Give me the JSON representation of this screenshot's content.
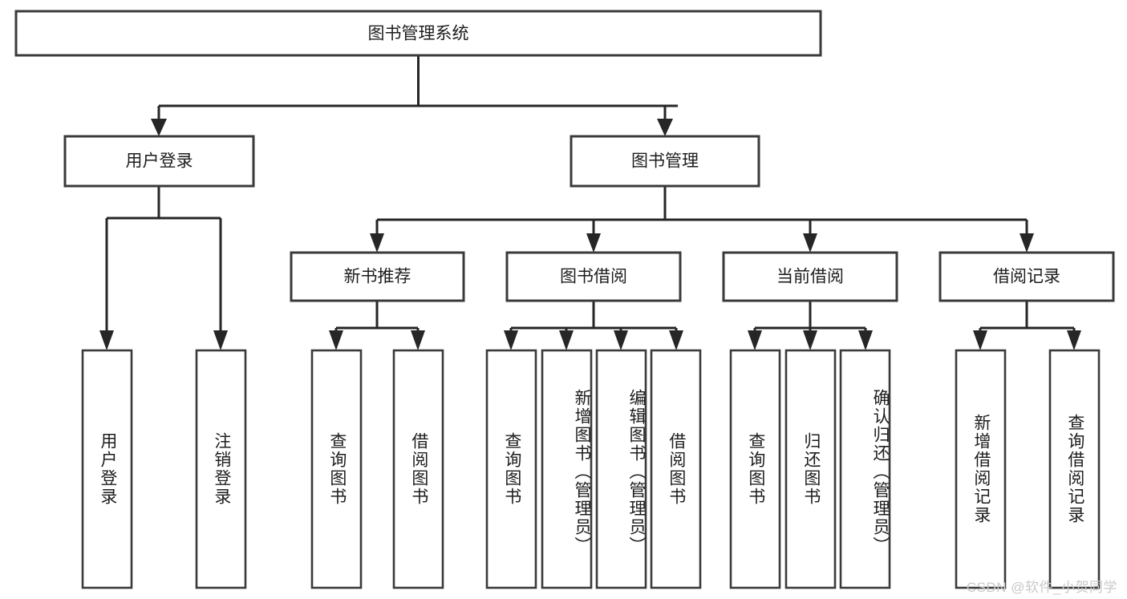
{
  "diagram": {
    "title": "图书管理系统",
    "type": "tree-hierarchy",
    "root": {
      "id": "root",
      "label": "图书管理系统"
    },
    "level2": [
      {
        "id": "user-login",
        "label": "用户登录"
      },
      {
        "id": "book-manage",
        "label": "图书管理"
      }
    ],
    "level3": [
      {
        "id": "new-book-recommend",
        "label": "新书推荐",
        "parent": "book-manage"
      },
      {
        "id": "book-borrow",
        "label": "图书借阅",
        "parent": "book-manage"
      },
      {
        "id": "current-borrow",
        "label": "当前借阅",
        "parent": "book-manage"
      },
      {
        "id": "borrow-record",
        "label": "借阅记录",
        "parent": "book-manage"
      }
    ],
    "leaves": [
      {
        "id": "leaf-user-login",
        "label": "用户登录",
        "parent": "user-login"
      },
      {
        "id": "leaf-logout-login",
        "label": "注销登录",
        "parent": "user-login"
      },
      {
        "id": "leaf-query-book-rec",
        "label": "查询图书",
        "parent": "new-book-recommend"
      },
      {
        "id": "leaf-borrow-book-rec",
        "label": "借阅图书",
        "parent": "new-book-recommend"
      },
      {
        "id": "leaf-query-book-borrow",
        "label": "查询图书",
        "parent": "book-borrow"
      },
      {
        "id": "leaf-add-book",
        "label": "新增图书（管理员）",
        "parent": "book-borrow"
      },
      {
        "id": "leaf-edit-book",
        "label": "编辑图书（管理员）",
        "parent": "book-borrow"
      },
      {
        "id": "leaf-borrow-book",
        "label": "借阅图书",
        "parent": "book-borrow"
      },
      {
        "id": "leaf-query-book-cur",
        "label": "查询图书",
        "parent": "current-borrow"
      },
      {
        "id": "leaf-return-book",
        "label": "归还图书",
        "parent": "current-borrow"
      },
      {
        "id": "leaf-confirm-return",
        "label": "确认归还（管理员）",
        "parent": "current-borrow"
      },
      {
        "id": "leaf-add-record",
        "label": "新增借阅记录",
        "parent": "borrow-record"
      },
      {
        "id": "leaf-query-record",
        "label": "查询借阅记录",
        "parent": "borrow-record"
      }
    ],
    "colors": {
      "box_stroke": "#3a3a3a",
      "connector": "#262626",
      "text": "#1d1d1d",
      "background": "#ffffff",
      "watermark": "#c9c9c9"
    }
  },
  "watermark": {
    "text": "CSDN @软件_小贺同学"
  }
}
